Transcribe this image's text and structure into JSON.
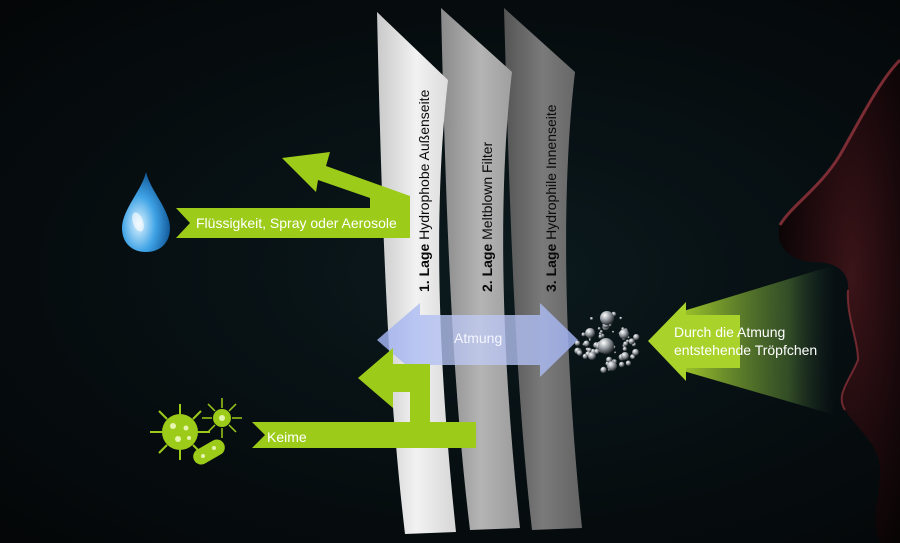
{
  "layers": [
    {
      "number": "1. Lage",
      "name": "Hydrophobe Außenseite"
    },
    {
      "number": "2. Lage",
      "name": "Meltblown Filter"
    },
    {
      "number": "3. Lage",
      "name": "Hydrophile Innenseite"
    }
  ],
  "labels": {
    "liquid": "Flüssigkeit, Spray oder Aerosole",
    "germs": "Keime",
    "breathing": "Atmung",
    "droplets_line1": "Durch die Atmung",
    "droplets_line2": "entstehende Tröpfchen"
  },
  "icons": [
    "water-drop-icon",
    "germ-icon",
    "virus-icon",
    "bacterium-icon",
    "droplet-cluster-icon",
    "nose-profile"
  ],
  "colors": {
    "accent_green": "#9ccb1a",
    "layer_1": "#e6e6e6",
    "layer_2": "#a3a3a3",
    "layer_3": "#6b6b6b",
    "breathing_arrow": "#8ea0e0"
  }
}
